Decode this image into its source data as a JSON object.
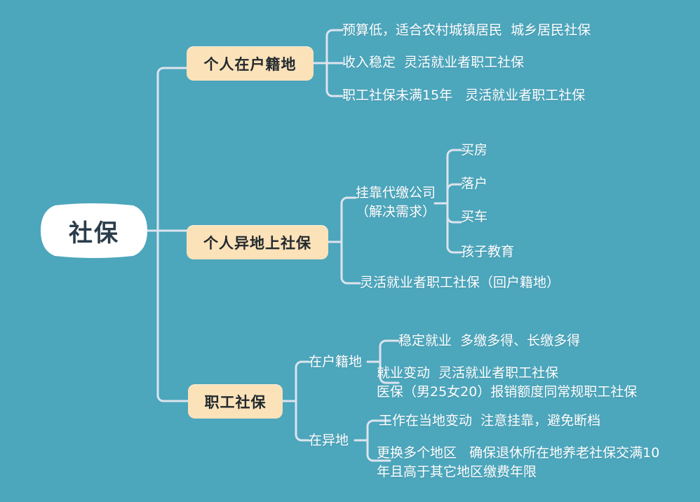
{
  "diagram": {
    "title": "社保",
    "type": "mind-map",
    "background_color": "#4ca6bc",
    "node_fill_color": "#fbe2b9",
    "root_fill_color": "#ffffff",
    "connector_color": "#dde4ee",
    "text_color": "#ffffff",
    "root_text_color": "#2b3c4a",
    "node_text_color": "#22292e"
  },
  "root": {
    "label": "社保"
  },
  "branches": [
    {
      "label": "个人在户籍地",
      "children": [
        {
          "label": "预算低，适合农村城镇居民  城乡居民社保"
        },
        {
          "label": "收入稳定  灵活就业者职工社保"
        },
        {
          "label": "职工社保未满15年   灵活就业者职工社保"
        }
      ]
    },
    {
      "label": "个人异地上社保",
      "children": [
        {
          "label": "挂靠代缴公司\n（解决需求）",
          "children": [
            {
              "label": "买房"
            },
            {
              "label": "落户"
            },
            {
              "label": "买车"
            },
            {
              "label": "孩子教育"
            }
          ]
        },
        {
          "label": "灵活就业者职工社保（回户籍地）"
        }
      ]
    },
    {
      "label": "职工社保",
      "children": [
        {
          "label": "在户籍地",
          "children": [
            {
              "label": "稳定就业  多缴多得、长缴多得"
            },
            {
              "label": "就业变动  灵活就业者职工社保\n医保（男25女20）报销额度同常规职工社保"
            }
          ]
        },
        {
          "label": "在异地",
          "children": [
            {
              "label": "工作在当地变动  注意挂靠，避免断档"
            },
            {
              "label": "更换多个地区   确保退休所在地养老社保交满10\n年且高于其它地区缴费年限"
            }
          ]
        }
      ]
    }
  ]
}
